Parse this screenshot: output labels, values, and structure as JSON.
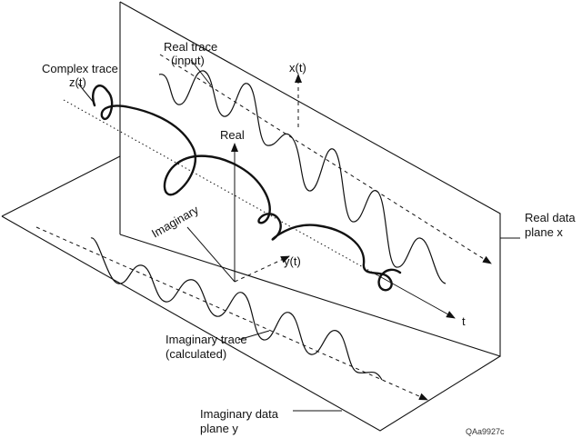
{
  "labels": {
    "complex_trace": "Complex trace",
    "complex_trace_var": "z(t)",
    "real_trace": "Real trace",
    "real_trace_note": "(input)",
    "xt": "x(t)",
    "real": "Real",
    "imaginary": "Imaginary",
    "yt": "y(t)",
    "t": "t",
    "real_plane_1": "Real data",
    "real_plane_2": "plane x",
    "imag_trace": "Imaginary trace",
    "imag_trace_note": "(calculated)",
    "imag_plane_1": "Imaginary data",
    "imag_plane_2": "plane y",
    "figure_id": "QAa9927c"
  }
}
